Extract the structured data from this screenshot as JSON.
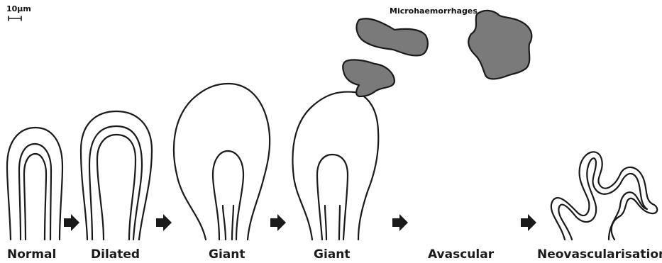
{
  "scale_bar": {
    "label": "10µm"
  },
  "annotation": {
    "microhaemorrhages": "Microhaemorrhages"
  },
  "stages": [
    {
      "label": "Normal"
    },
    {
      "label": "Dilated"
    },
    {
      "label": "Giant"
    },
    {
      "label": "Giant"
    },
    {
      "label": "Avascular"
    },
    {
      "label": "Neovascularisation"
    }
  ],
  "colors": {
    "stroke": "#1a1a1a",
    "haemorrhage_fill": "#7a7a7a",
    "arrow": "#1a1a1a"
  },
  "icons": {
    "arrow": "right-arrow-icon"
  }
}
